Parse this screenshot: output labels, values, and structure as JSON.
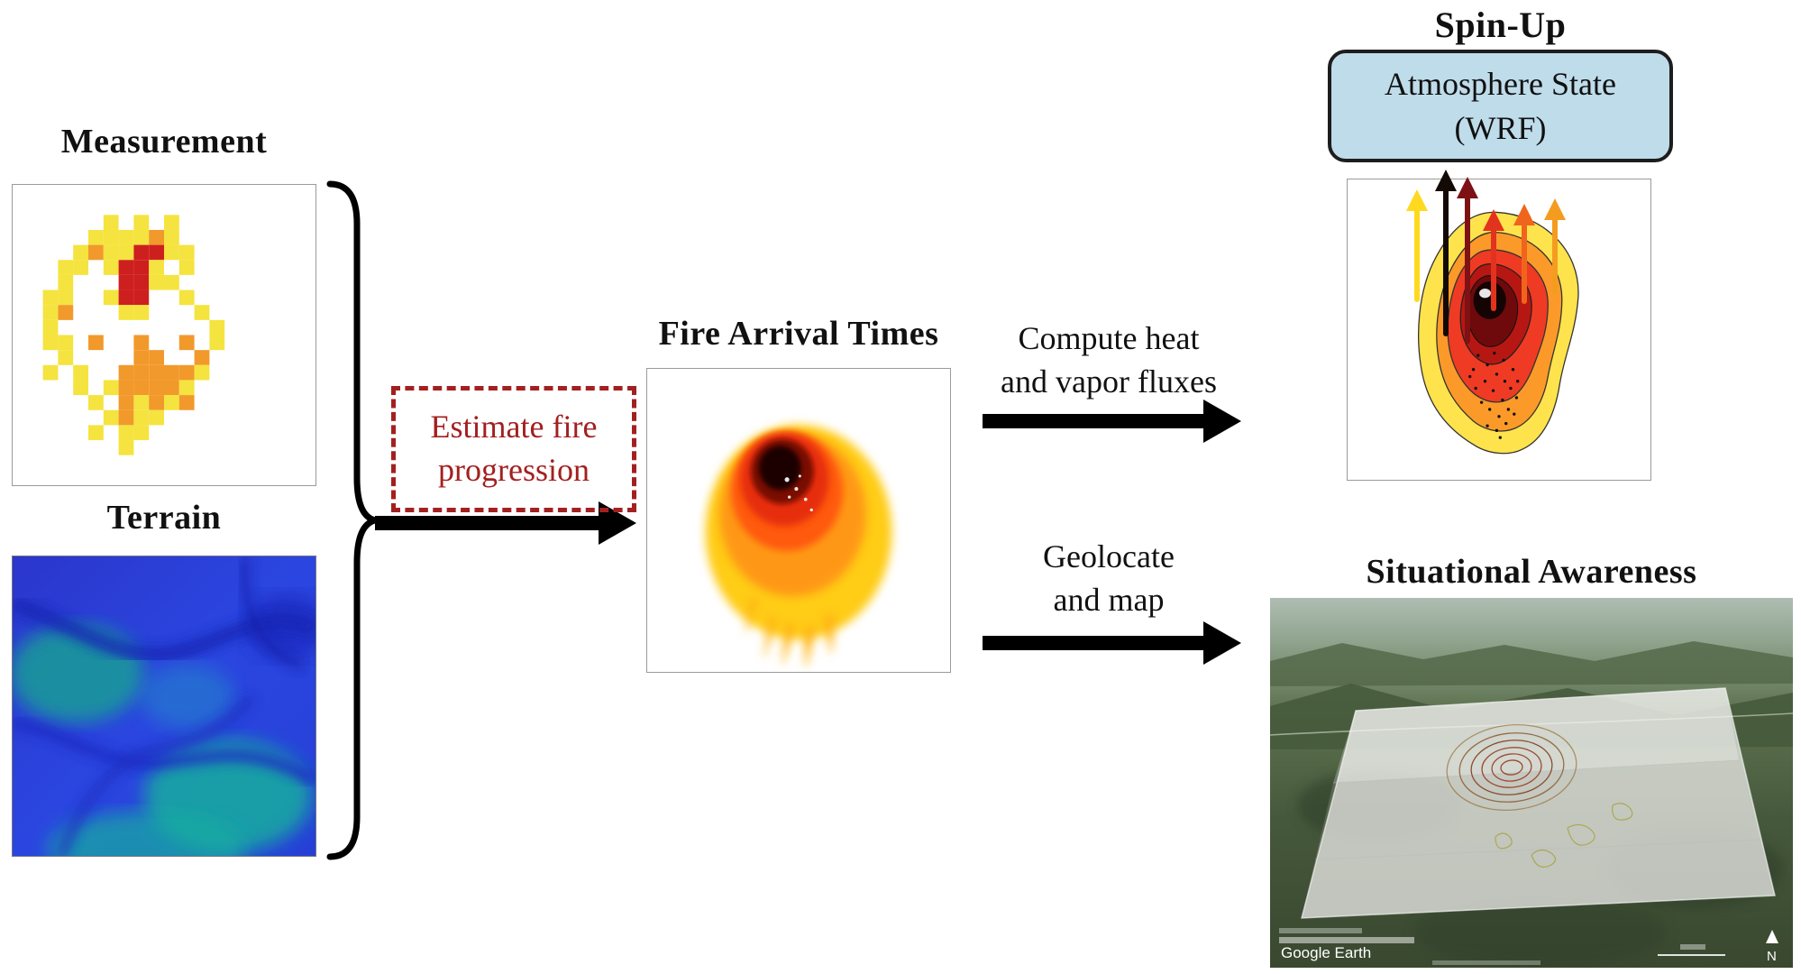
{
  "diagram": {
    "measurement": {
      "label": "Measurement"
    },
    "terrain": {
      "label": "Terrain"
    },
    "estimate": {
      "line1": "Estimate fire",
      "line2": "progression"
    },
    "fire_arrival": {
      "label": "Fire Arrival Times"
    },
    "compute": {
      "line1": "Compute heat",
      "line2": "and vapor fluxes"
    },
    "geolocate": {
      "line1": "Geolocate",
      "line2": "and map"
    },
    "spin_up": {
      "label": "Spin-Up"
    },
    "atmosphere": {
      "line1": "Atmosphere State",
      "line2": "(WRF)"
    },
    "situational": {
      "label": "Situational Awareness"
    },
    "google_earth": {
      "credit": "Google Earth",
      "north_label": "N"
    }
  },
  "colors": {
    "estimate_box_red": "#A32020",
    "atmosphere_fill": "#BFDCEA",
    "arrow_black": "#000000",
    "fire_yellow": "#F5E33F",
    "fire_orange": "#F2992B",
    "fire_red": "#CE1F1F"
  }
}
